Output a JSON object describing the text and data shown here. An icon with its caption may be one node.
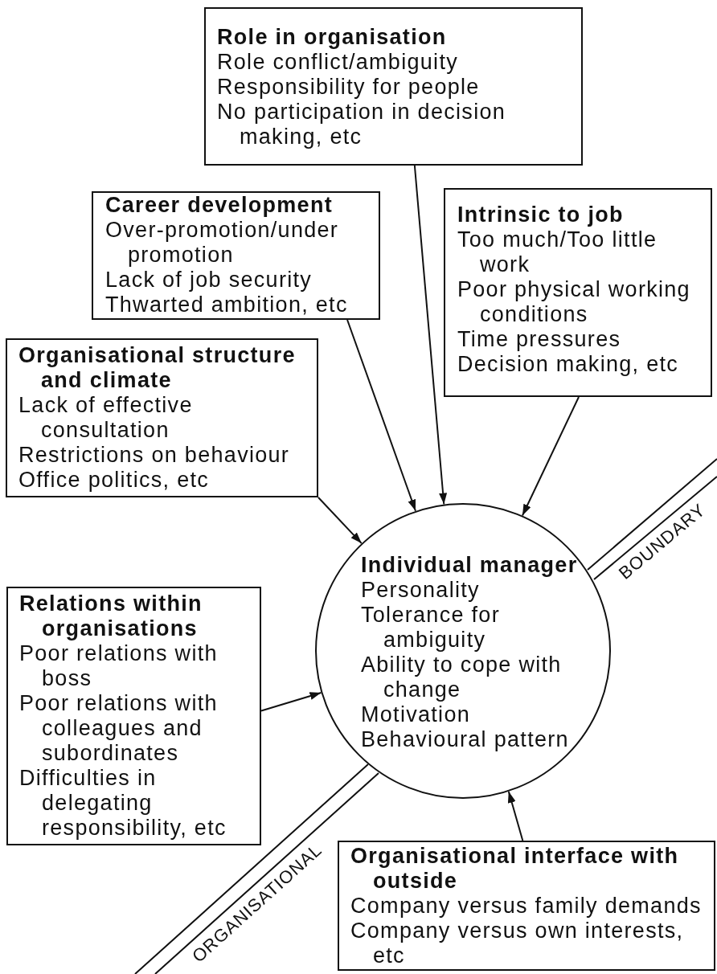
{
  "diagram": {
    "nodes": [
      {
        "text": [
          "Role in organisation",
          "Role conflict/ambiguity",
          "Responsibility for people",
          "No participation in decision making, etc"
        ]
      },
      {
        "text": [
          "Career development",
          "Over-promotion/under promotion",
          "Lack of job security",
          "Thwarted ambition, etc"
        ]
      },
      {
        "text": [
          "Intrinsic to job",
          "Too much/Too little work",
          "Poor physical working conditions",
          "Time pressures",
          "Decision making, etc"
        ]
      },
      {
        "text": [
          "Organisational structure and climate",
          "Lack of effective consultation",
          "Restrictions on behaviour",
          "Office politics, etc"
        ]
      },
      {
        "text": [
          "Individual manager",
          "Personality",
          "Tolerance for ambiguity",
          "Ability to cope with change",
          "Motivation",
          "Behavioural pattern"
        ]
      },
      {
        "text": [
          "Relations within organisations",
          "Poor relations with boss",
          "Poor relations with colleagues and subordinates",
          "Difficulties in delegating responsibility, etc"
        ]
      },
      {
        "text": [
          "Organisational interface with outside",
          "Company versus family demands",
          "Company versus own interests, etc"
        ]
      }
    ],
    "edges": [
      {
        "from": 0,
        "to": 4,
        "arrow": "to"
      },
      {
        "from": 1,
        "to": 4,
        "arrow": "to"
      },
      {
        "from": 2,
        "to": 4,
        "arrow": "to"
      },
      {
        "from": 3,
        "to": 4,
        "arrow": "to"
      },
      {
        "from": 5,
        "to": 4,
        "arrow": "to"
      },
      {
        "from": 6,
        "to": 4,
        "arrow": "to"
      }
    ],
    "labels": [
      "BOUNDARY",
      "ORGANISATIONAL"
    ]
  }
}
